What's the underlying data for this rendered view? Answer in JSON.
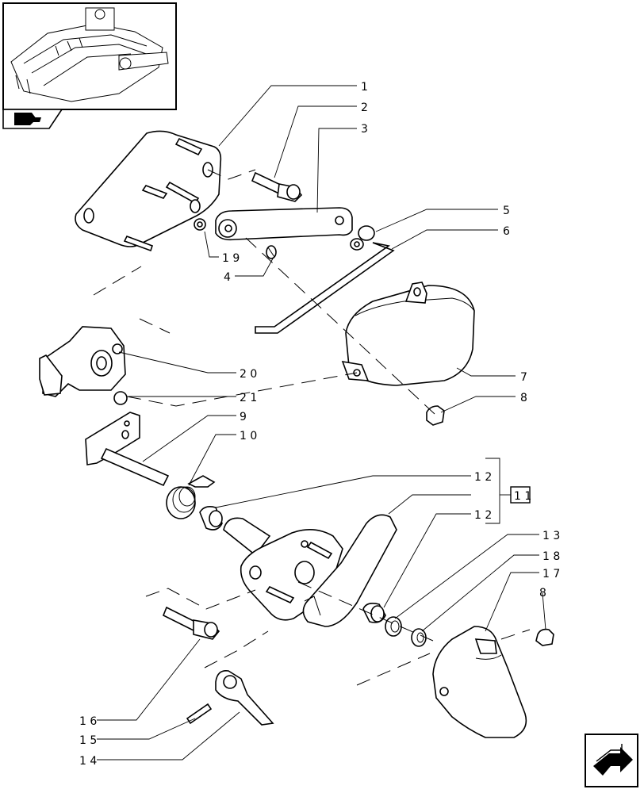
{
  "callouts": [
    {
      "id": "c1",
      "label": "1"
    },
    {
      "id": "c2",
      "label": "2"
    },
    {
      "id": "c3",
      "label": "3"
    },
    {
      "id": "c5",
      "label": "5"
    },
    {
      "id": "c6",
      "label": "6"
    },
    {
      "id": "c19",
      "label": "1 9"
    },
    {
      "id": "c4",
      "label": "4"
    },
    {
      "id": "c7",
      "label": "7"
    },
    {
      "id": "c20",
      "label": "2 0"
    },
    {
      "id": "c21",
      "label": "2 1"
    },
    {
      "id": "c8a",
      "label": "8"
    },
    {
      "id": "c9",
      "label": "9"
    },
    {
      "id": "c10",
      "label": "1 0"
    },
    {
      "id": "c12a",
      "label": "1 2"
    },
    {
      "id": "c11",
      "label": "1 1"
    },
    {
      "id": "c12b",
      "label": "1 2"
    },
    {
      "id": "c13",
      "label": "1 3"
    },
    {
      "id": "c18",
      "label": "1 8"
    },
    {
      "id": "c17",
      "label": "1 7"
    },
    {
      "id": "c8b",
      "label": "8"
    },
    {
      "id": "c16",
      "label": "1 6"
    },
    {
      "id": "c15",
      "label": "1 5"
    },
    {
      "id": "c14",
      "label": "1 4"
    }
  ],
  "icons": {
    "thumbnail": "lift-assembly-thumbnail",
    "tab": "book-with-arrow-icon",
    "next": "next-page-arrow-icon"
  }
}
